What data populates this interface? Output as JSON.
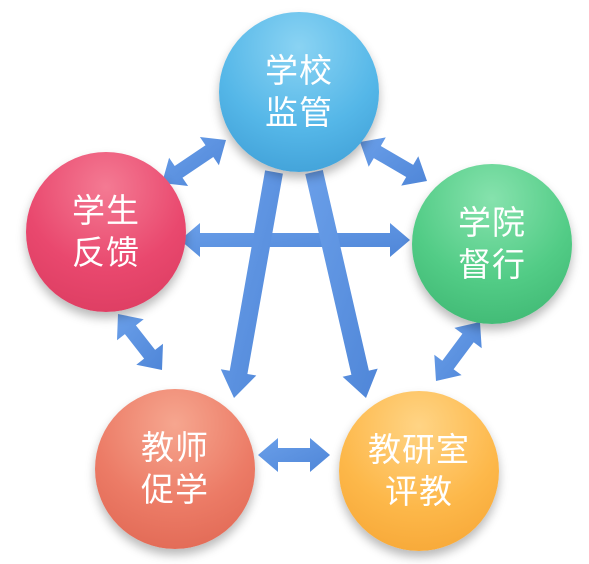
{
  "diagram": {
    "nodes": {
      "school": {
        "line1": "学校",
        "line2": "监管",
        "color": "#55b7e8"
      },
      "college": {
        "line1": "学院",
        "line2": "督行",
        "color": "#52cc86"
      },
      "student": {
        "line1": "学生",
        "line2": "反馈",
        "color": "#e9486e"
      },
      "teacher": {
        "line1": "教师",
        "line2": "促学",
        "color": "#ec7b66"
      },
      "research": {
        "line1": "教研室",
        "line2": "评教",
        "color": "#fdb84a"
      }
    },
    "arrow_color": "#5b8fe0",
    "arrows": [
      {
        "from": "school",
        "to": "student",
        "kind": "double"
      },
      {
        "from": "school",
        "to": "college",
        "kind": "double"
      },
      {
        "from": "student",
        "to": "college",
        "kind": "double"
      },
      {
        "from": "student",
        "to": "teacher",
        "kind": "double"
      },
      {
        "from": "college",
        "to": "research",
        "kind": "double"
      },
      {
        "from": "teacher",
        "to": "research",
        "kind": "double"
      },
      {
        "from": "school",
        "to": "teacher",
        "kind": "single"
      },
      {
        "from": "school",
        "to": "research",
        "kind": "single"
      }
    ]
  }
}
